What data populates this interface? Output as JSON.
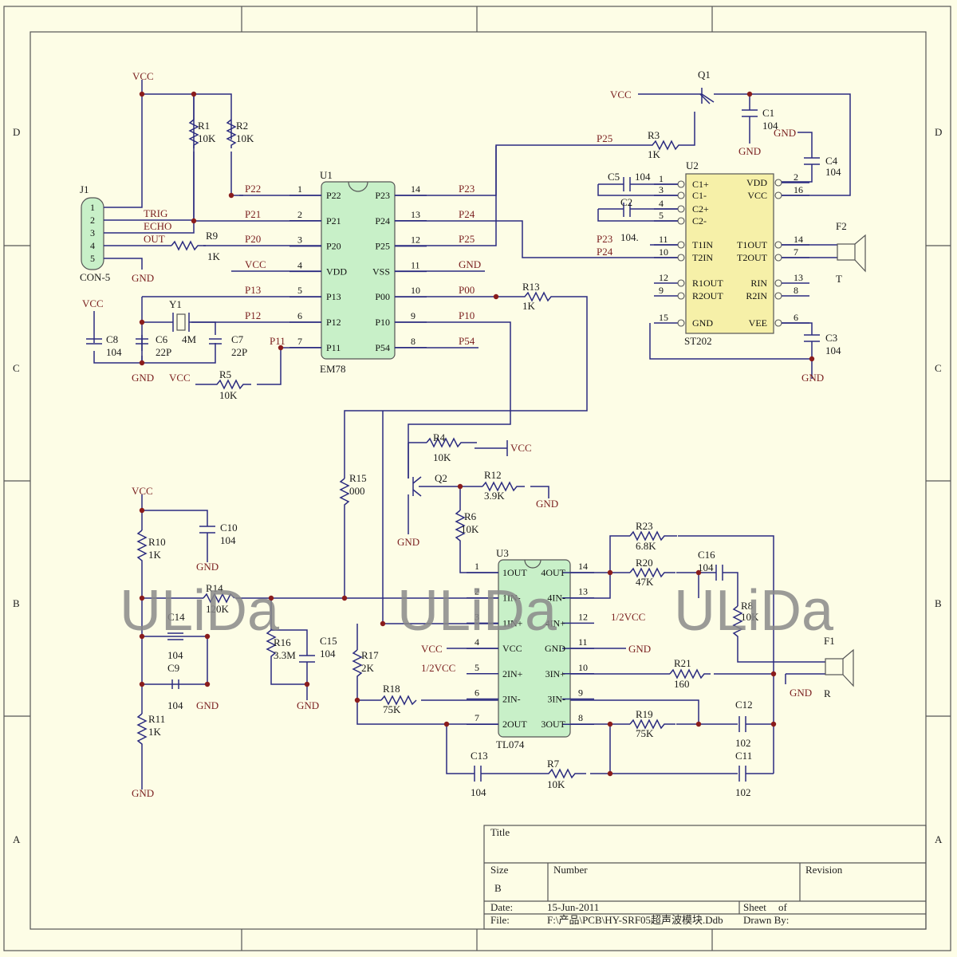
{
  "border": {
    "rows_left": [
      "D",
      "C",
      "B",
      "A"
    ],
    "rows_right": [
      "D",
      "C",
      "B",
      "A"
    ]
  },
  "watermark": [
    "ULiDa",
    "ULiDa",
    "ULiDa"
  ],
  "power": {
    "vcc": "VCC",
    "gnd": "GND",
    "half_vcc": "1/2VCC"
  },
  "j1": {
    "ref": "J1",
    "name": "CON-5",
    "pins": [
      "1",
      "2",
      "3",
      "4",
      "5"
    ],
    "signals": [
      "TRIG",
      "ECHO",
      "OUT"
    ]
  },
  "resistors": {
    "r1": [
      "R1",
      "10K"
    ],
    "r2": [
      "R2",
      "10K"
    ],
    "r3": [
      "R3",
      "1K"
    ],
    "r4": [
      "R4",
      "10K"
    ],
    "r5": [
      "R5",
      "10K"
    ],
    "r6": [
      "R6",
      "10K"
    ],
    "r7": [
      "R7",
      "10K"
    ],
    "r8": [
      "R8",
      "10K"
    ],
    "r9": [
      "R9",
      "1K"
    ],
    "r10": [
      "R10",
      "1K"
    ],
    "r11": [
      "R11",
      "1K"
    ],
    "r12": [
      "R12",
      "3.9K"
    ],
    "r13": [
      "R13",
      "1K"
    ],
    "r14": [
      "R14",
      "120K"
    ],
    "r15": [
      "R15",
      "000"
    ],
    "r16": [
      "R16",
      "3.3M"
    ],
    "r17": [
      "R17",
      "2K"
    ],
    "r18": [
      "R18",
      "75K"
    ],
    "r19": [
      "R19",
      "75K"
    ],
    "r20": [
      "R20",
      "47K"
    ],
    "r21": [
      "R21",
      "160"
    ],
    "r23": [
      "R23",
      "6.8K"
    ]
  },
  "capacitors": {
    "c1": [
      "C1",
      "104"
    ],
    "c2": [
      "C2",
      "104."
    ],
    "c3": [
      "C3",
      "104"
    ],
    "c4": [
      "C4",
      "104"
    ],
    "c5": [
      "C5",
      "104"
    ],
    "c6": [
      "C6",
      "22P"
    ],
    "c7": [
      "C7",
      "22P"
    ],
    "c8": [
      "C8",
      "104"
    ],
    "c9": [
      "C9",
      "104"
    ],
    "c10": [
      "C10",
      "104"
    ],
    "c11": [
      "C11",
      "102"
    ],
    "c12": [
      "C12",
      "102"
    ],
    "c13": [
      "C13",
      "104"
    ],
    "c14": [
      "C14",
      "104"
    ],
    "c15": [
      "C15",
      "104"
    ],
    "c16": [
      "C16",
      "104"
    ]
  },
  "y1": [
    "Y1",
    "4M"
  ],
  "q1": "Q1",
  "q2": "Q2",
  "f1": [
    "F1",
    "R"
  ],
  "f2": [
    "F2",
    "T"
  ],
  "u1": {
    "ref": "U1",
    "name": "EM78",
    "left": [
      [
        "1",
        "P22"
      ],
      [
        "2",
        "P21"
      ],
      [
        "3",
        "P20"
      ],
      [
        "4",
        "VDD"
      ],
      [
        "5",
        "P13"
      ],
      [
        "6",
        "P12"
      ],
      [
        "7",
        "P11"
      ]
    ],
    "right": [
      [
        "14",
        "P23"
      ],
      [
        "13",
        "P24"
      ],
      [
        "12",
        "P25"
      ],
      [
        "11",
        "VSS"
      ],
      [
        "10",
        "P00"
      ],
      [
        "9",
        "P10"
      ],
      [
        "8",
        "P54"
      ]
    ],
    "nets_left": [
      "P22",
      "P21",
      "P20",
      "VCC",
      "P13",
      "P12",
      "P11"
    ],
    "nets_right": [
      "P23",
      "P24",
      "P25",
      "GND",
      "P00",
      "P10",
      "P54"
    ]
  },
  "u2": {
    "ref": "U2",
    "name": "ST202",
    "left": [
      [
        "1",
        "C1+"
      ],
      [
        "3",
        "C1-"
      ],
      [
        "4",
        "C2+"
      ],
      [
        "5",
        "C2-"
      ],
      [
        "11",
        "T1IN"
      ],
      [
        "10",
        "T2IN"
      ],
      [
        "12",
        "R1OUT"
      ],
      [
        "9",
        "R2OUT"
      ],
      [
        "15",
        "GND"
      ]
    ],
    "right": [
      [
        "2",
        "VDD"
      ],
      [
        "16",
        "VCC"
      ],
      [
        "14",
        "T1OUT"
      ],
      [
        "7",
        "T2OUT"
      ],
      [
        "13",
        "RIN"
      ],
      [
        "8",
        "R2IN"
      ],
      [
        "6",
        "VEE"
      ]
    ],
    "nets": [
      "P25",
      "P23",
      "P24"
    ]
  },
  "u3": {
    "ref": "U3",
    "name": "TL074",
    "left": [
      [
        "1",
        "1OUT"
      ],
      [
        "2",
        "1IN-"
      ],
      [
        "3",
        "1IN+"
      ],
      [
        "4",
        "VCC"
      ],
      [
        "5",
        "2IN+"
      ],
      [
        "6",
        "2IN-"
      ],
      [
        "7",
        "2OUT"
      ]
    ],
    "right": [
      [
        "14",
        "4OUT"
      ],
      [
        "13",
        "4IN-"
      ],
      [
        "12",
        "4IN+"
      ],
      [
        "11",
        "GND"
      ],
      [
        "10",
        "3IN+"
      ],
      [
        "9",
        "3IN-"
      ],
      [
        "8",
        "3OUT"
      ]
    ]
  },
  "title_block": {
    "title_label": "Title",
    "size_label": "Size",
    "size_value": "B",
    "number_label": "Number",
    "revision_label": "Revision",
    "date_label": "Date:",
    "date_value": "15-Jun-2011",
    "sheet_label": "Sheet",
    "of_label": "of",
    "file_label": "File:",
    "file_value": "F:\\产品\\PCB\\HY-SRF05超声波模块.Ddb",
    "drawn_label": "Drawn By:"
  }
}
